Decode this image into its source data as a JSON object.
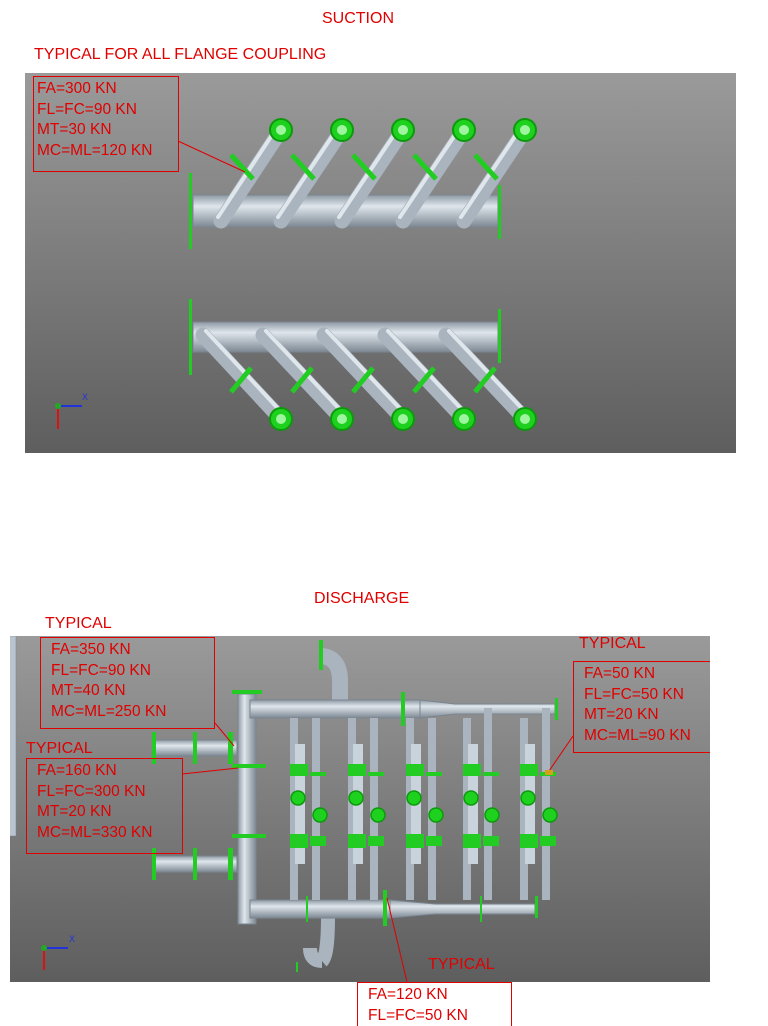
{
  "suction": {
    "title": "SUCTION",
    "note": "TYPICAL FOR ALL FLANGE COUPLING",
    "callout": [
      "FA=300 KN",
      "FL=FC=90 KN",
      "MT=30 KN",
      "MC=ML=120 KN"
    ],
    "axis_x": "X"
  },
  "discharge": {
    "title": "DISCHARGE",
    "typical": "TYPICAL",
    "callout_left_top": [
      "FA=350 KN",
      "FL=FC=90 KN",
      "MT=40 KN",
      "MC=ML=250 KN"
    ],
    "callout_left_mid": [
      "FA=160 KN",
      "FL=FC=300 KN",
      "MT=20 KN",
      "MC=ML=330 KN"
    ],
    "callout_right": [
      "FA=50 KN",
      "FL=FC=50 KN",
      "MT=20 KN",
      "MC=ML=90 KN"
    ],
    "callout_bottom": [
      "FA=120 KN",
      "FL=FC=50 KN"
    ],
    "axis_x": "X"
  },
  "colors": {
    "annotation": "#e00000",
    "flange": "#22cc22",
    "pipe": "#b9c4cf"
  }
}
